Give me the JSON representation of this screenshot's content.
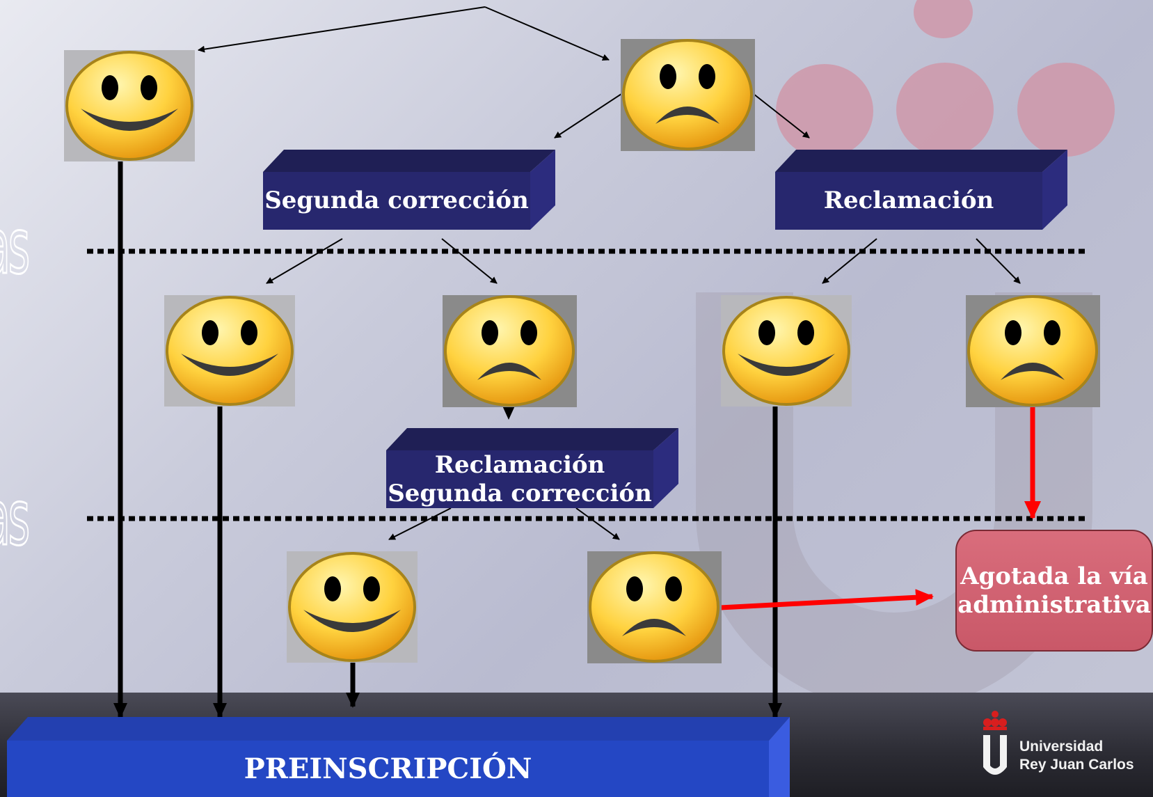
{
  "side_text": [
    "as",
    "as"
  ],
  "boxes": {
    "second_correction": "Segunda corrección",
    "claim": "Reclamación",
    "claim_second_line1": "Reclamación",
    "claim_second_line2": "Segunda corrección",
    "exhausted_line1": "Agotada la vía",
    "exhausted_line2": "administrativa",
    "preinscription": "PREINSCRIPCIÓN"
  },
  "logo": {
    "line1": "Universidad",
    "line2": "Rey Juan Carlos"
  },
  "faces": [
    {
      "id": "top-happy",
      "mood": "happy"
    },
    {
      "id": "top-sad",
      "mood": "sad"
    },
    {
      "id": "mid-happy-1",
      "mood": "happy"
    },
    {
      "id": "mid-sad-1",
      "mood": "sad"
    },
    {
      "id": "mid-happy-2",
      "mood": "happy"
    },
    {
      "id": "mid-sad-2",
      "mood": "sad"
    },
    {
      "id": "low-happy",
      "mood": "happy"
    },
    {
      "id": "low-sad",
      "mood": "sad"
    }
  ],
  "colors": {
    "box_navy": "#27276e",
    "preinscription_blue": "#2447c4",
    "exhausted_red": "#d0616f",
    "arrow_red": "#ff0000",
    "arrow_black": "#000000"
  }
}
